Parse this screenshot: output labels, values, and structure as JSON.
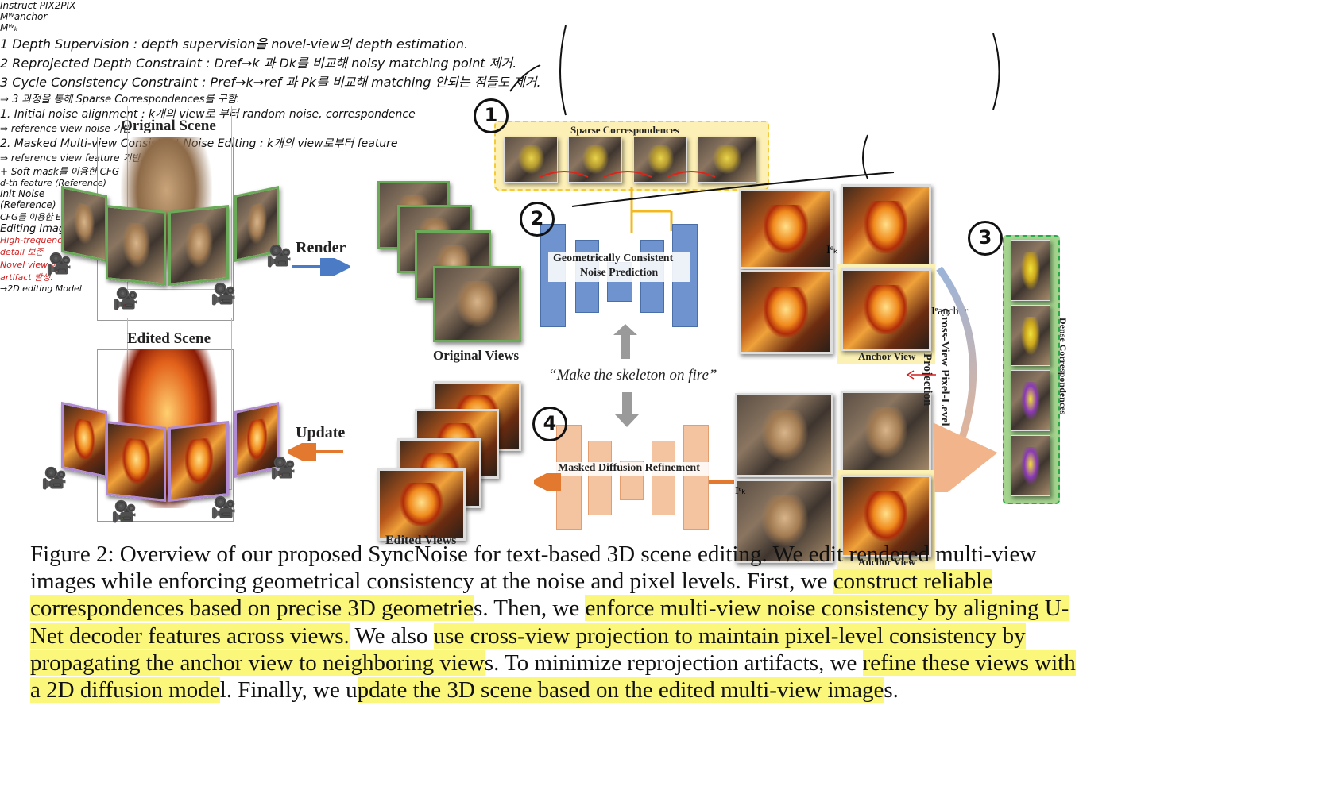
{
  "figure": {
    "left": {
      "original_scene_label": "Original Scene",
      "edited_scene_label": "Edited Scene",
      "render_label": "Render",
      "update_label": "Update"
    },
    "middle": {
      "original_views_label": "Original Views",
      "edited_views_label": "Edited Views",
      "sparse_title": "Sparse Correspondences",
      "gcnp_label_line1": "Geometrically Consistent",
      "gcnp_label_line2": "Noise Prediction",
      "mdr_label": "Masked Diffusion Refinement",
      "prompt": "“Make the skeleton on fire”",
      "anchor_view_1": "Anchor View",
      "anchor_view_2": "Anchor View",
      "cross_view_line1": "Cross-View Pixel-Level",
      "cross_view_line2": "Projection",
      "dense_title": "Dense Correspondences",
      "ie_k": "Iᵉₖ",
      "ie_anchor": "Iᵉanchor",
      "ie_k2": "Iᵉₖ",
      "m_anchor": "Mᵂanchor",
      "m_k": "Mᵂₖ"
    },
    "handwritten": {
      "num1": "1",
      "num2": "2",
      "num3": "3",
      "num4": "4",
      "note_top_1": "1 Depth Supervision : depth supervision을 novel-view의 depth estimation.",
      "note_top_2": "2 Reprojected Depth Constraint : Dref→k 과 Dk를 비교해 noisy matching point 제거.",
      "note_top_3": "3 Cycle Consistency Constraint : Pref→k→ref 과 Pk를 비교해 matching 안되는 점들도 제거.",
      "note_top_summary": "⇒ 3 과정을 통해 Sparse Correspondences를 구함.",
      "note_mid_1": "1. Initial noise alignment : k개의 view로 부터 random noise, correspondence",
      "note_mid_1b": "⇒ reference view noise 기반",
      "note_mid_2": "2. Masked Multi-view Consistent Noise Editing : k개의 view로부터 feature",
      "note_mid_2b": "⇒ reference view feature 기반.",
      "note_mid_3": "+ Soft mask를 이용한 CFG",
      "d_feature": "d-th feature (Reference)",
      "init_noise": "Init Noise (Reference)",
      "cfg_note": "CFG를 이용한 Editing",
      "instruct": "Instruct PIX2PIX",
      "editing_image": "Editing Image",
      "high_freq": "High-frequency detail 보존",
      "novel_artifact": "Novel view 에서 artifact 발생.",
      "twod_model": "→2D editing Model"
    }
  },
  "caption": {
    "p1": "Figure 2: Overview of our proposed SyncNoise for text-based 3D scene editing. We edit rendered multi-view images while enforcing geometrical consistency at the noise and pixel levels. First, we ",
    "h1": "construct reliable correspondences based on precise 3D geometrie",
    "p2": "s. Then, we ",
    "h2": "enforce multi-view noise consistency by aligning U-Net decoder features across views.",
    "p3": " We also ",
    "h3": "use cross-view projection to maintain pixel-level consistency by propagating the anchor view to neighboring view",
    "p4": "s. To minimize reprojection artifacts, we ",
    "h4": "refine these views with a 2D diffusion mode",
    "p5": "l. Finally, we u",
    "h5": "pdate the 3D scene based on the edited multi-view image",
    "p6": "s."
  },
  "colors": {
    "highlight": "#fbf77a",
    "unet_blue": "#6f93cf",
    "unet_orange": "#f4c3a0",
    "green_border": "#6aaa58",
    "sparse_box": "#f3cb3a",
    "dense_box": "#2ba84a",
    "red_note": "#d21f1f"
  }
}
